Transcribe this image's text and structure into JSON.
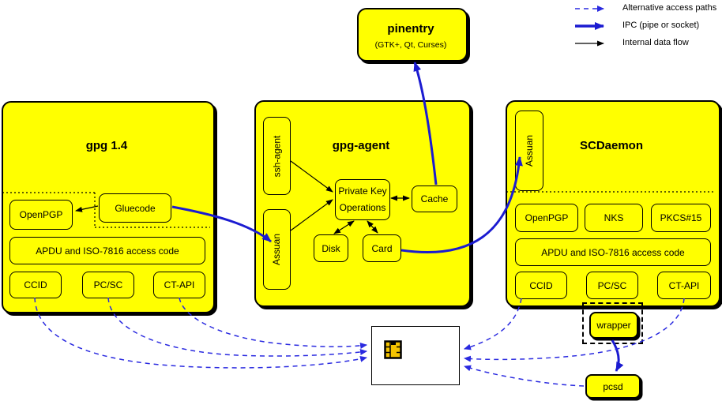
{
  "legend": {
    "items": [
      {
        "label": "Alternative access paths",
        "style": "dashed-blue"
      },
      {
        "label": "IPC (pipe or socket)",
        "style": "thick-blue"
      },
      {
        "label": "Internal data flow",
        "style": "thin-black"
      }
    ]
  },
  "pinentry": {
    "title": "pinentry",
    "subtitle": "(GTK+, Qt, Curses)"
  },
  "gpg14": {
    "title": "gpg 1.4",
    "openpgp": "OpenPGP",
    "gluecode": "Gluecode",
    "apdu": "APDU and ISO-7816 access code",
    "ccid": "CCID",
    "pcsc": "PC/SC",
    "ctapi": "CT-API"
  },
  "gpg_agent": {
    "title": "gpg-agent",
    "ssh_agent": "ssh-agent",
    "assuan": "Assuan",
    "private_key_ops_line1": "Private Key",
    "private_key_ops_line2": "Operations",
    "cache": "Cache",
    "disk": "Disk",
    "card": "Card"
  },
  "scdaemon": {
    "title": "SCDaemon",
    "assuan": "Assuan",
    "openpgp": "OpenPGP",
    "nks": "NKS",
    "pkcs15": "PKCS#15",
    "apdu": "APDU and ISO-7816 access code",
    "ccid": "CCID",
    "pcsc": "PC/SC",
    "ctapi": "CT-API"
  },
  "wrapper": {
    "label": "wrapper"
  },
  "pcsd": {
    "label": "pcsd"
  },
  "colors": {
    "node_fill": "#ffff00",
    "ipc_blue": "#1b1bd1",
    "alt_blue": "#2a2ae0",
    "internal_black": "#000000",
    "chip_gold": "#f5c400"
  }
}
